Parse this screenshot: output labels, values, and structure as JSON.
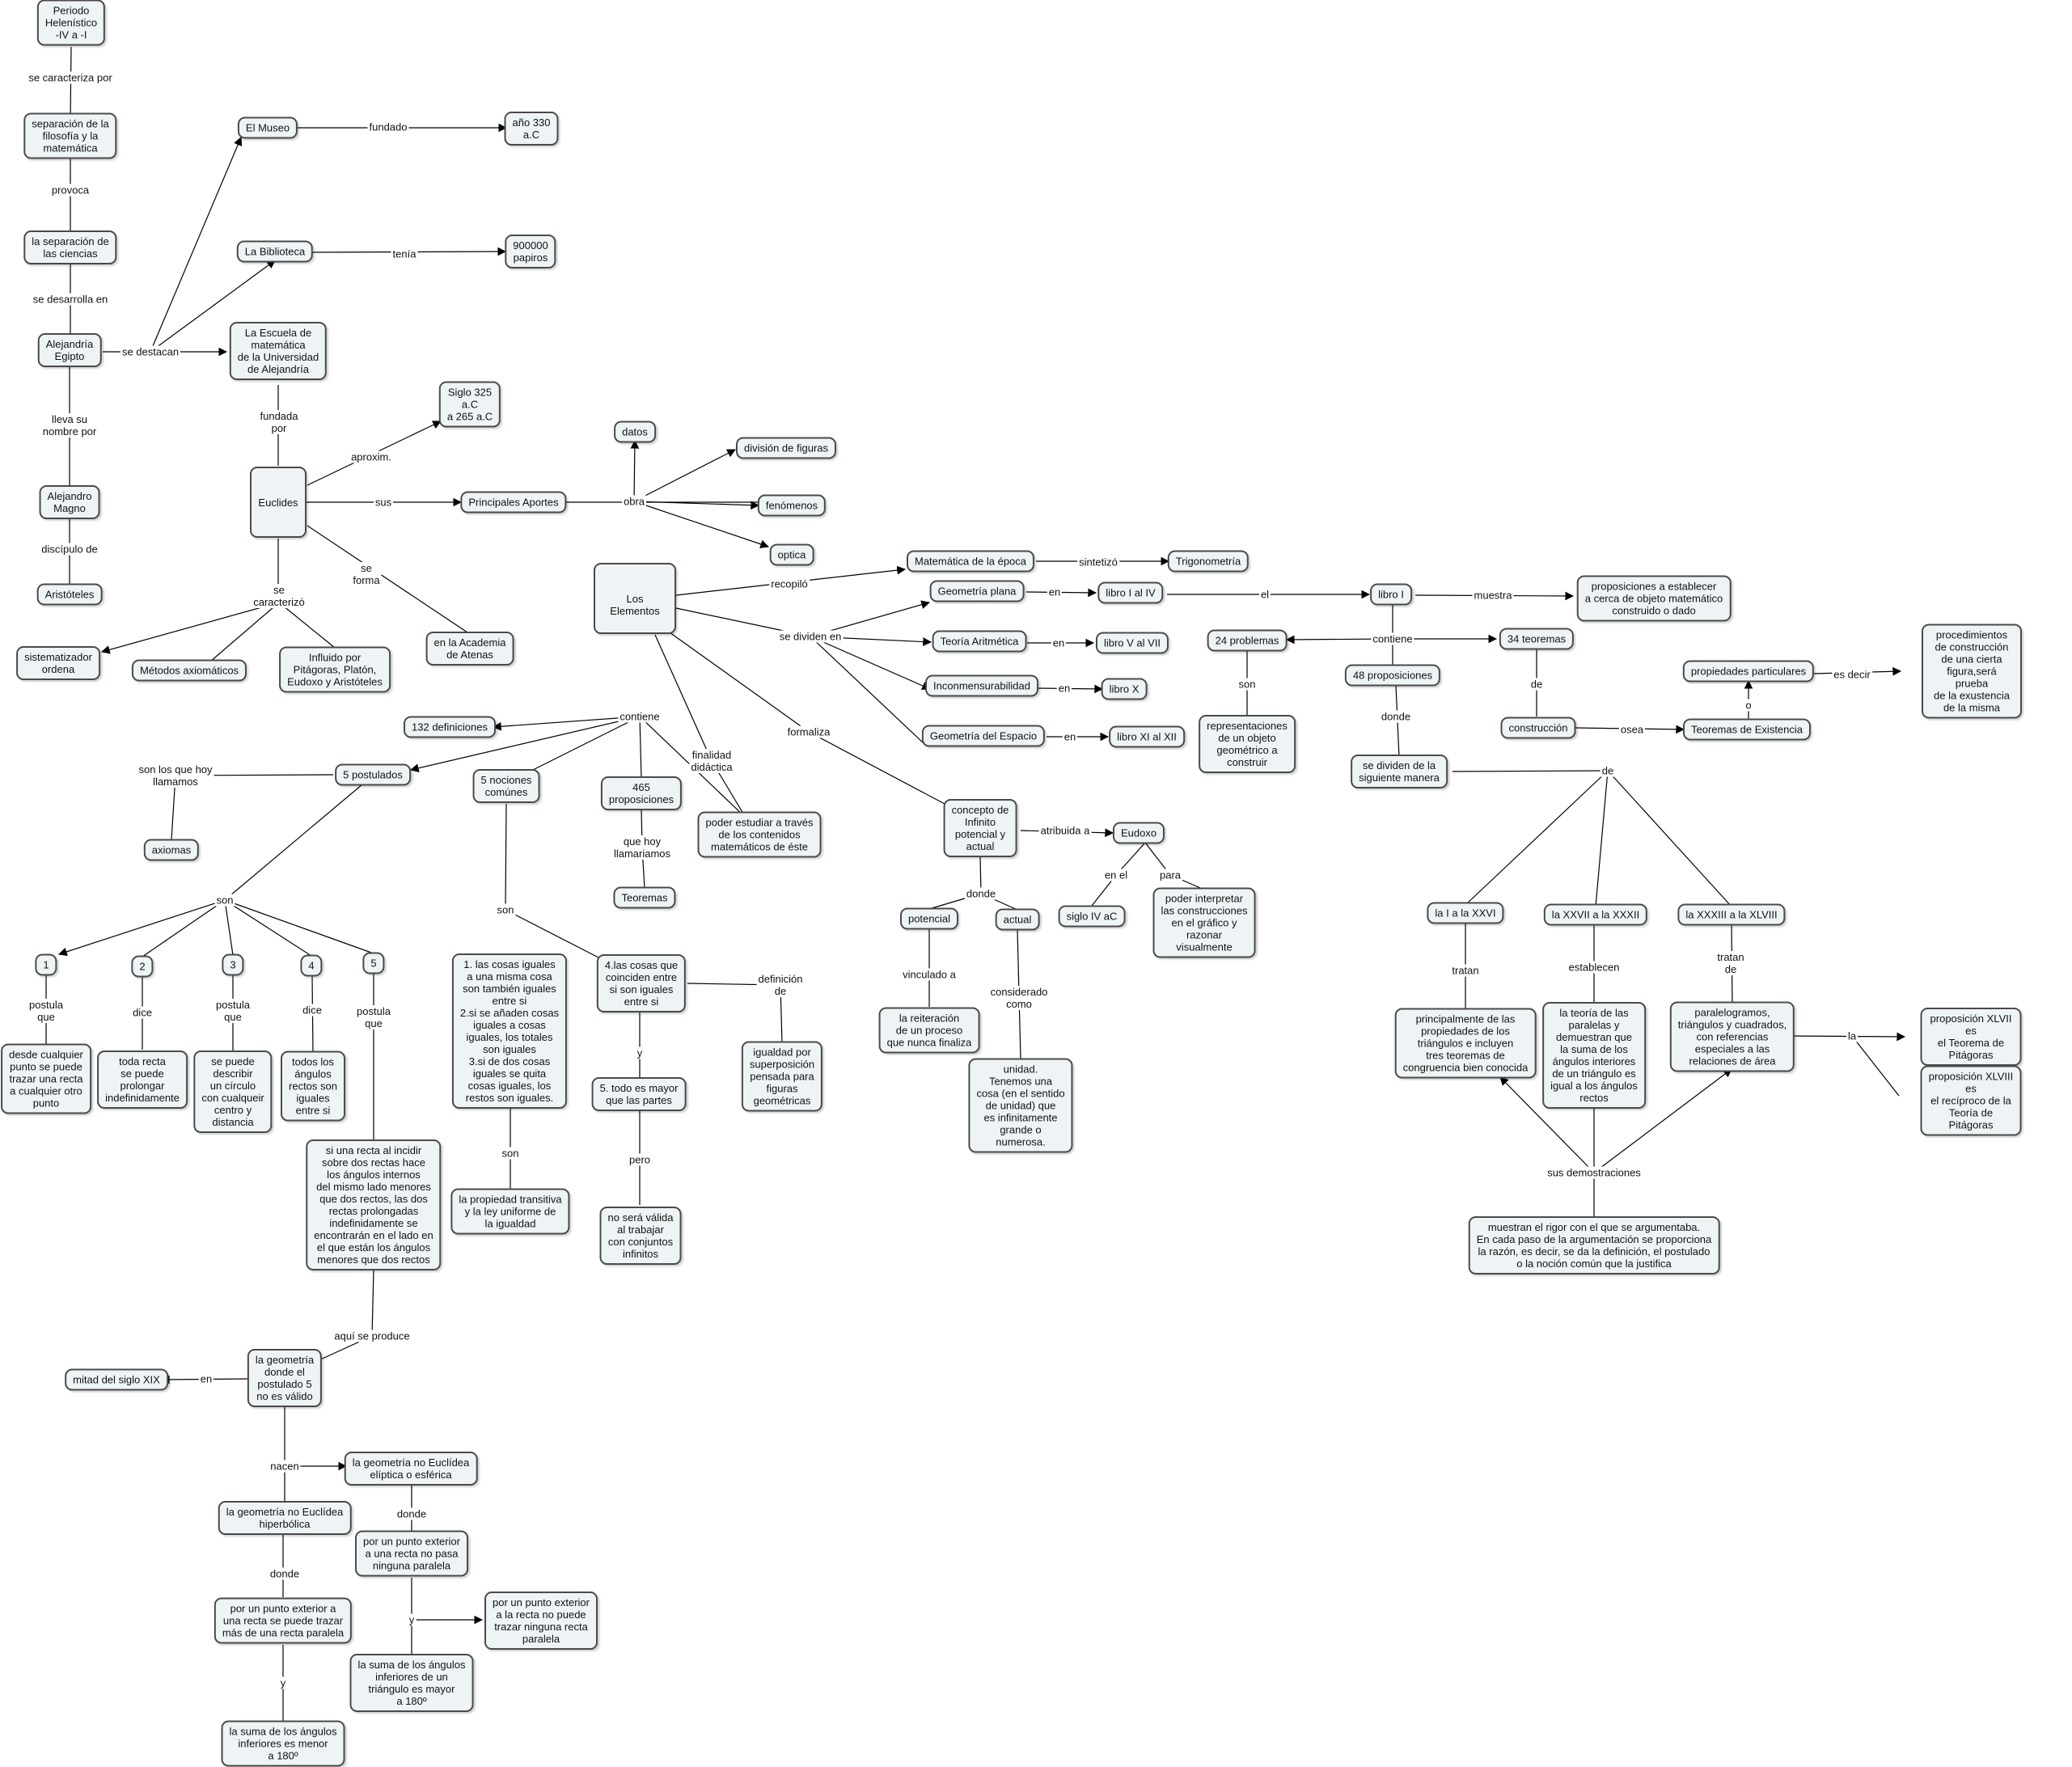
{
  "nodes": [
    {
      "id": "periodo",
      "text": "Periodo\nHelenístico\n-IV a -I"
    },
    {
      "id": "separacion_fil",
      "text": "separación de la\nfilosofía y la\nmatemática"
    },
    {
      "id": "separacion_cien",
      "text": "la separación de\nlas ciencias"
    },
    {
      "id": "alejandria",
      "text": "Alejandría\nEgipto"
    },
    {
      "id": "alejandro",
      "text": "Alejandro\nMagno"
    },
    {
      "id": "aristoteles",
      "text": "Aristóteles"
    },
    {
      "id": "museo",
      "text": "El Museo"
    },
    {
      "id": "ano330",
      "text": "año 330\na.C"
    },
    {
      "id": "biblioteca",
      "text": "La Biblioteca"
    },
    {
      "id": "papiros",
      "text": "900000\npapiros"
    },
    {
      "id": "escuela",
      "text": "La Escuela de\nmatemática\nde la Universidad\nde Alejandría"
    },
    {
      "id": "siglo325",
      "text": "Siglo 325\na.C\na 265 a.C"
    },
    {
      "id": "euclides",
      "text": "Euclides"
    },
    {
      "id": "principales",
      "text": "Principales Aportes"
    },
    {
      "id": "academia",
      "text": "en la Academia\nde Atenas"
    },
    {
      "id": "sistematizador",
      "text": "sistematizador\nordena"
    },
    {
      "id": "metodos",
      "text": "Métodos axiomáticos"
    },
    {
      "id": "influido",
      "text": "Influido por\nPitágoras, Platón,\nEudoxo y Aristóteles"
    },
    {
      "id": "datos",
      "text": "datos"
    },
    {
      "id": "division",
      "text": "división de figuras"
    },
    {
      "id": "fenomenos",
      "text": "fenómenos"
    },
    {
      "id": "optica",
      "text": "optica"
    },
    {
      "id": "elementos",
      "text": "Los Elementos"
    },
    {
      "id": "matepoca",
      "text": "Matemática de la época"
    },
    {
      "id": "trigonometria",
      "text": "Trigonometría"
    },
    {
      "id": "geoplana",
      "text": "Geometría plana"
    },
    {
      "id": "libroIaIV",
      "text": "libro I al IV"
    },
    {
      "id": "teoarit",
      "text": "Teoría Aritmética"
    },
    {
      "id": "libroVaVII",
      "text": "libro V al VII"
    },
    {
      "id": "incon",
      "text": "Inconmensurabilidad"
    },
    {
      "id": "libroX",
      "text": "libro X"
    },
    {
      "id": "geoesp",
      "text": "Geometría del Espacio"
    },
    {
      "id": "libroXIaXII",
      "text": "libro XI al XII"
    },
    {
      "id": "libroI",
      "text": "libro I"
    },
    {
      "id": "proposiciones",
      "text": "proposiciones a establecer\na cerca de objeto matemático\nconstruido o dado"
    },
    {
      "id": "problemas24",
      "text": "24 problemas"
    },
    {
      "id": "teoremas34",
      "text": "34 teoremas"
    },
    {
      "id": "prop48",
      "text": "48 proposiciones"
    },
    {
      "id": "representaciones",
      "text": "representaciones\nde un objeto\ngeométrico a\nconstruir"
    },
    {
      "id": "construccion",
      "text": "construcción"
    },
    {
      "id": "teoexist",
      "text": "Teoremas de Existencia"
    },
    {
      "id": "propart",
      "text": "propiedades particulares"
    },
    {
      "id": "procedimientos",
      "text": "procedimientos de construcción\nde una cierta figura,será prueba\nde la exustencia de la misma"
    },
    {
      "id": "sedividen",
      "text": "se dividen de la\nsiguiente manera"
    },
    {
      "id": "laIaXXVI",
      "text": "la I a la XXVI"
    },
    {
      "id": "laXXVII",
      "text": "la XXVII a la XXXII"
    },
    {
      "id": "laXXXIII",
      "text": "la XXXIII a la XLVIII"
    },
    {
      "id": "principalmente",
      "text": "principalmente de las\npropiedades de los\ntriángulos e incluyen\ntres teoremas de\ncongruencia bien conocida"
    },
    {
      "id": "teoriaparalelas",
      "text": "la teoría de las\nparalelas y\ndemuestran que\nla suma de los\nángulos interiores\nde un triángulo es\nigual a los ángulos\nrectos"
    },
    {
      "id": "paralelogramos",
      "text": "paralelogramos,\ntriángulos y cuadrados,\ncon referencias\nespeciales a las\nrelaciones de área"
    },
    {
      "id": "propXLVII",
      "text": "proposición XLVII es\nel Teorema de Pitágoras"
    },
    {
      "id": "propXLVIII",
      "text": "proposición XLVIII es\nel recíproco de la\nTeoría de Pitágoras"
    },
    {
      "id": "rigor",
      "text": "muestran el rigor con el que se argumentaba.\nEn cada paso de la argumentación se proporciona\nla razón, es decir, se da la definición, el postulado\no la noción común que la justifica"
    },
    {
      "id": "def132",
      "text": "132 definiciones"
    },
    {
      "id": "postulados5",
      "text": "5 postulados"
    },
    {
      "id": "axiomas",
      "text": "axiomas"
    },
    {
      "id": "nociones5",
      "text": "5 nociones\ncomúnes"
    },
    {
      "id": "prop465",
      "text": "465\nproposiciones"
    },
    {
      "id": "teoremas",
      "text": "Teoremas"
    },
    {
      "id": "poderestudiar",
      "text": "poder estudiar a través\nde los contenidos\nmatemáticos de éste"
    },
    {
      "id": "infinito",
      "text": "concepto de\nInfinito\npotencial y\nactual"
    },
    {
      "id": "eudoxo",
      "text": "Eudoxo"
    },
    {
      "id": "sigloIV",
      "text": "siglo IV aC"
    },
    {
      "id": "poderinterp",
      "text": "poder interpretar\nlas construcciones\nen el gráfico y\nrazonar\nvisualmente"
    },
    {
      "id": "potencial",
      "text": "potencial"
    },
    {
      "id": "actual",
      "text": "actual"
    },
    {
      "id": "reiteracion",
      "text": "la reiteración\nde un proceso\nque nunca finaliza"
    },
    {
      "id": "unidad",
      "text": "unidad.\nTenemos una\ncosa (en el sentido\nde unidad) que\nes infinitamente\ngrande o\nnumerosa."
    },
    {
      "id": "p1",
      "text": "1"
    },
    {
      "id": "p2",
      "text": "2"
    },
    {
      "id": "p3",
      "text": "3"
    },
    {
      "id": "p4",
      "text": "4"
    },
    {
      "id": "p5",
      "text": "5"
    },
    {
      "id": "desde",
      "text": "desde cualquier\npunto se puede\ntrazar una recta\na cualquier otro\npunto"
    },
    {
      "id": "todarecta",
      "text": "toda recta\nse puede\nprolongar\nindefinidamente"
    },
    {
      "id": "circulo",
      "text": "se puede\ndescribir\nun círculo\ncon cualqueir\ncentro y\ndistancia"
    },
    {
      "id": "angulosrectos",
      "text": "todos los\nángulos\nrectos son\niguales\nentre si"
    },
    {
      "id": "sirecta",
      "text": "si una recta al incidir\nsobre dos rectas hace\nlos ángulos internos\ndel mismo lado menores\nque dos rectos, las dos\nrectas prolongadas\nindefinidamente se\nencontrarán en el lado en\nel que están los ángulos\nmenores que dos rectos"
    },
    {
      "id": "nocion1a3",
      "text": "1. las cosas iguales\na una misma cosa\nson también iguales\nentre si\n2.si se añaden cosas\niguales a cosas\niguales, los totales\nson iguales\n3.si de dos cosas\niguales se quita\ncosas iguales, los\nrestos son iguales."
    },
    {
      "id": "nocion4",
      "text": "4.las cosas que\ncoinciden entre\nsi son iguales\nentre si"
    },
    {
      "id": "igualdad",
      "text": "igualdad por\nsuperposición\npensada para\nfiguras\ngeométricas"
    },
    {
      "id": "nocion5",
      "text": "5. todo es mayor\nque las partes"
    },
    {
      "id": "transitiva",
      "text": "la propiedad transitiva\ny la ley uniforme de\nla igualdad"
    },
    {
      "id": "novalida",
      "text": "no será válida\nal trabajar\ncon conjuntos\ninfinitos"
    },
    {
      "id": "geometria5",
      "text": "la geometría\ndonde el\npostulado 5\nno es válido"
    },
    {
      "id": "mitad",
      "text": "mitad del siglo XIX"
    },
    {
      "id": "elipsoidal",
      "text": "la geometría no Euclídea\nelíptica o esférica"
    },
    {
      "id": "hiperbolica",
      "text": "la geometría no Euclídea\nhiperbólica"
    },
    {
      "id": "pornopasa",
      "text": "por un punto exterior\na una recta no pasa\nninguna paralela"
    },
    {
      "id": "pornopuede",
      "text": "por un punto exterior\na la recta no puede\ntrazar ninguna recta\nparalela"
    },
    {
      "id": "sumamayor",
      "text": "la suma de los ángulos\ninferiores de un\ntriángulo es mayor\na 180º"
    },
    {
      "id": "porsepuede",
      "text": "por un punto exterior a\nuna recta se puede trazar\nmás de una recta paralela"
    },
    {
      "id": "sumamenor",
      "text": "la suma de los ángulos\ninferiores es menor\na 180º"
    }
  ],
  "labels": [
    {
      "id": "l_caracteriza",
      "text": "se caracteriza por"
    },
    {
      "id": "l_provoca",
      "text": "provoca"
    },
    {
      "id": "l_desarrolla",
      "text": "se desarrolla en"
    },
    {
      "id": "l_lleva",
      "text": "lleva su\nnombre por"
    },
    {
      "id": "l_discipulo",
      "text": "discípulo de"
    },
    {
      "id": "l_destacan",
      "text": "se destacan"
    },
    {
      "id": "l_fundado",
      "text": "fundado"
    },
    {
      "id": "l_tenia",
      "text": "tenía"
    },
    {
      "id": "l_fundada",
      "text": "fundada\npor"
    },
    {
      "id": "l_aproxim",
      "text": "aproxim."
    },
    {
      "id": "l_sus",
      "text": "sus"
    },
    {
      "id": "l_seforma",
      "text": "se\nforma"
    },
    {
      "id": "l_secaracterizo",
      "text": "se\ncaracterizó"
    },
    {
      "id": "l_obra",
      "text": "obra"
    },
    {
      "id": "l_recopilo",
      "text": "recopiló"
    },
    {
      "id": "l_sintetizo",
      "text": "sintetizó"
    },
    {
      "id": "l_sedividenen",
      "text": "se dividen en"
    },
    {
      "id": "l_en1",
      "text": "en"
    },
    {
      "id": "l_en2",
      "text": "en"
    },
    {
      "id": "l_en3",
      "text": "en"
    },
    {
      "id": "l_en4",
      "text": "en"
    },
    {
      "id": "l_el",
      "text": "el"
    },
    {
      "id": "l_muestra",
      "text": "muestra"
    },
    {
      "id": "l_contiene1",
      "text": "contiene"
    },
    {
      "id": "l_son1",
      "text": "son"
    },
    {
      "id": "l_de1",
      "text": "de"
    },
    {
      "id": "l_osea",
      "text": "osea"
    },
    {
      "id": "l_o",
      "text": "o"
    },
    {
      "id": "l_esdecir",
      "text": "es decir"
    },
    {
      "id": "l_donde1",
      "text": "donde"
    },
    {
      "id": "l_de2",
      "text": "de"
    },
    {
      "id": "l_tratan1",
      "text": "tratan"
    },
    {
      "id": "l_establecen",
      "text": "establecen"
    },
    {
      "id": "l_tratande",
      "text": "tratan\nde"
    },
    {
      "id": "l_la",
      "text": "la"
    },
    {
      "id": "l_susdem",
      "text": "sus demostraciones"
    },
    {
      "id": "l_contiene2",
      "text": "contiene"
    },
    {
      "id": "l_sonloshoy",
      "text": "son los que hoy\nllamamos"
    },
    {
      "id": "l_son2",
      "text": "son"
    },
    {
      "id": "l_postula1",
      "text": "postula\nque"
    },
    {
      "id": "l_dice1",
      "text": "dice"
    },
    {
      "id": "l_postula2",
      "text": "postula\nque"
    },
    {
      "id": "l_dice2",
      "text": "dice"
    },
    {
      "id": "l_postula3",
      "text": "postula\nque"
    },
    {
      "id": "l_quehoy",
      "text": "que hoy\nllamariamos"
    },
    {
      "id": "l_finalidad",
      "text": "finalidad\ndidáctica"
    },
    {
      "id": "l_formaliza",
      "text": "formaliza"
    },
    {
      "id": "l_atribuida",
      "text": "atribuida a"
    },
    {
      "id": "l_enel",
      "text": "en el"
    },
    {
      "id": "l_para",
      "text": "para"
    },
    {
      "id": "l_donde2",
      "text": "donde"
    },
    {
      "id": "l_vinculado",
      "text": "vinculado a"
    },
    {
      "id": "l_considerado",
      "text": "considerado\ncomo"
    },
    {
      "id": "l_son3",
      "text": "son"
    },
    {
      "id": "l_definicion",
      "text": "definición\nde"
    },
    {
      "id": "l_y1",
      "text": "y"
    },
    {
      "id": "l_son4",
      "text": "son"
    },
    {
      "id": "l_pero",
      "text": "pero"
    },
    {
      "id": "l_aqui",
      "text": "aquí se produce"
    },
    {
      "id": "l_en5",
      "text": "en"
    },
    {
      "id": "l_nacen",
      "text": "nacen"
    },
    {
      "id": "l_donde3",
      "text": "donde"
    },
    {
      "id": "l_y2",
      "text": "y"
    },
    {
      "id": "l_donde4",
      "text": "donde"
    },
    {
      "id": "l_y3",
      "text": "y"
    }
  ]
}
